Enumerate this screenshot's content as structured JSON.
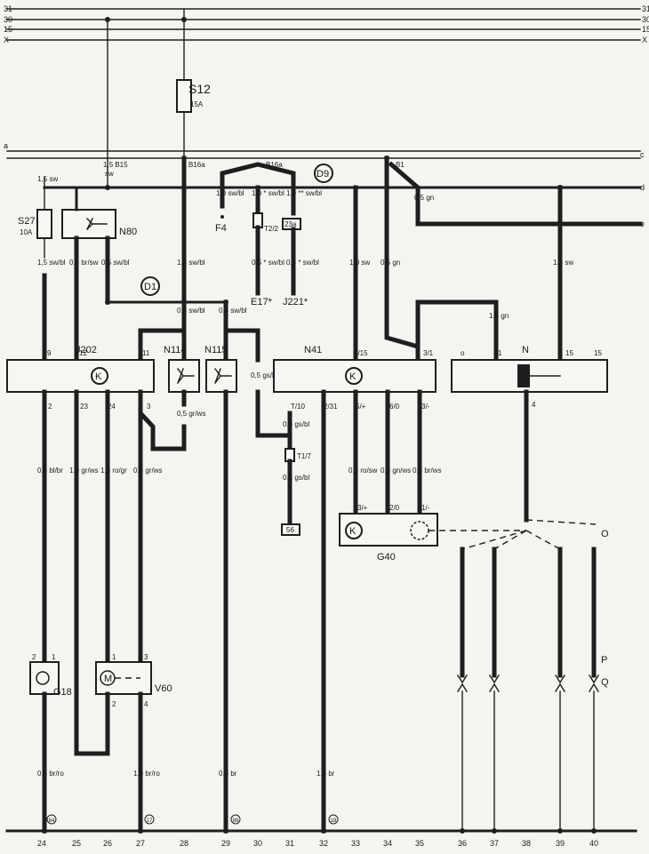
{
  "rails": {
    "top": [
      "31",
      "30",
      "15",
      "X"
    ],
    "row2_left": "a",
    "row2_right": "c",
    "row3_right": "d",
    "row4_right": "e"
  },
  "fuse": {
    "s12": "S12",
    "s12_amp": "15A",
    "s27": "S27",
    "s27_amp": "10A"
  },
  "connectors": {
    "d1": "D1",
    "d9": "D9"
  },
  "bus_points": {
    "p1": "1,5 B15",
    "p1_sub": "sw",
    "p2": "B16a",
    "p3": "B16a",
    "p4": "B1"
  },
  "components": {
    "n80": "N80",
    "j202": "J202",
    "n114": "N114",
    "n115": "N115",
    "n41": "N41",
    "n": "N",
    "g18": "G18",
    "v60": "V60",
    "g40": "G40",
    "f4": "F4",
    "e17": "E17*",
    "j221": "J221*",
    "t2b": "T2/2",
    "t2c": "23a",
    "t1": "T1/7",
    "ground": "56",
    "k": "K",
    "o": "O",
    "p": "P",
    "q": "Q"
  },
  "wire_labels": {
    "w_top_left": "1,5\nsw",
    "w45_1": "1,5\nsw/bl",
    "w_n80a": "0,5\nbr/sw",
    "w_n80b": "0,5\nsw/bl",
    "w_f4": "1,0\nsw/bl",
    "w_t2a": "1,0 *\nsw/bl",
    "w_t2b": "1,0 **\nsw/bl",
    "w_e17": "0,5 *\nsw/bl",
    "w_j221": "0,5 *\nsw/bl",
    "w_s12": "1,5\nsw/bl",
    "w_n41_in": "1,0\nsw",
    "w_gn1": "0,5\ngn",
    "w_gn2": "0,5\ngn",
    "w_sw_right": "1,5\nsw",
    "w_gn_mid": "1,5\ngn",
    "w_n114a": "0,5\nsw/bl",
    "w_n114b": "0,5\nsw/bl",
    "w_n114c": "0,5\ngs/bl",
    "w_n114_out": "0,5\ngr/ws",
    "w_t1a": "0,5\ngs/bl",
    "w_t1b": "0,5\ngs/bl",
    "w_c24": "0,5\nbl/br",
    "w_c25": "1,0\ngr/ws",
    "w_c26": "1,0\nro/gr",
    "w_c27": "0,5\ngr/ws",
    "w_g40a": "0,5\nro/sw",
    "w_g40b": "0,5\ngn/ws",
    "w_g40c": "0,5\nbr/ws",
    "w_b24": "0,5\nbr/ro",
    "w_b27": "1,0\nbr/ro",
    "w_b29": "0,5\nbr",
    "w_b32": "1,5\nbr"
  },
  "pins": {
    "j9": "9",
    "j12": "12",
    "j11": "11",
    "j2": "2",
    "j23": "23",
    "j24": "24",
    "j3": "3",
    "n41a": "4/15",
    "n41b": "3/1",
    "n41c": "T/10",
    "n41d": "2/31",
    "n41e": "5/+",
    "n41f": "6/0",
    "n41g": "3/-",
    "g40a": "3/+",
    "g40b": "2/0",
    "g40c": "1/-",
    "n_o": "o",
    "n_1": "1",
    "n_15": "15",
    "n_15b": "15",
    "n_4": "4",
    "g18a": "2",
    "g18b": "1",
    "v1": "1",
    "v2": "2",
    "v3": "3",
    "v4": "4"
  },
  "references": {
    "r24": "84",
    "r27": "17",
    "r29": "88",
    "r32": "18"
  },
  "columns": [
    "24",
    "25",
    "26",
    "27",
    "28",
    "29",
    "30",
    "31",
    "32",
    "33",
    "34",
    "35",
    "36",
    "37",
    "38",
    "39",
    "40"
  ]
}
